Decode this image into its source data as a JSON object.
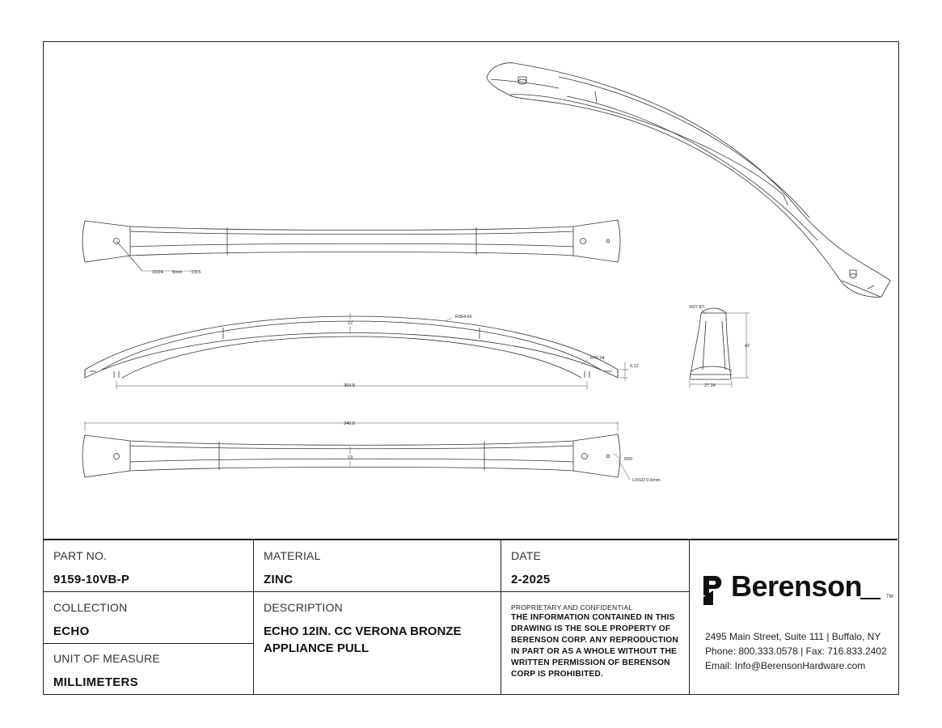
{
  "dimensions": {
    "thread_note": "10/24",
    "depth_note": "5mm",
    "chamfer_note": "C0.5",
    "radius_large": "R364.66",
    "height_small": "12",
    "radius_end": "R76.04",
    "end_offset": "6.12",
    "center_to_center": "304.8",
    "overall_length": "346.8",
    "grip_width": "13",
    "radius_logo": "R50",
    "logo_note": "LOGO 0.5mm",
    "end_radius": "R27.87",
    "end_height": "42",
    "end_width": "27.34"
  },
  "title_block": {
    "part_no_label": "PART NO.",
    "part_no": "9159-10VB-P",
    "material_label": "MATERIAL",
    "material": "ZINC",
    "date_label": "DATE",
    "date": "2-2025",
    "collection_label": "COLLECTION",
    "collection": "ECHO",
    "description_label": "DESCRIPTION",
    "description": "ECHO 12IN. CC VERONA BRONZE APPLIANCE PULL",
    "uom_label": "UNIT OF MEASURE",
    "uom": "MILLIMETERS",
    "proprietary_heading": "PROPRIETARY AND CONFIDENTIAL",
    "proprietary_text": "THE INFORMATION CONTAINED IN THIS DRAWING IS THE SOLE PROPERTY OF BERENSON CORP. ANY REPRODUCTION IN PART OR AS A WHOLE WITHOUT THE WRITTEN PERMISSION OF BERENSON CORP IS PROHIBITED."
  },
  "company": {
    "name": "Berenson",
    "trademark": "TM",
    "address": "2495 Main Street, Suite 111 | Buffalo, NY",
    "phone": "Phone: 800.333.0578 | Fax: 716.833.2402",
    "email": "Email: Info@BerensonHardware.com"
  }
}
